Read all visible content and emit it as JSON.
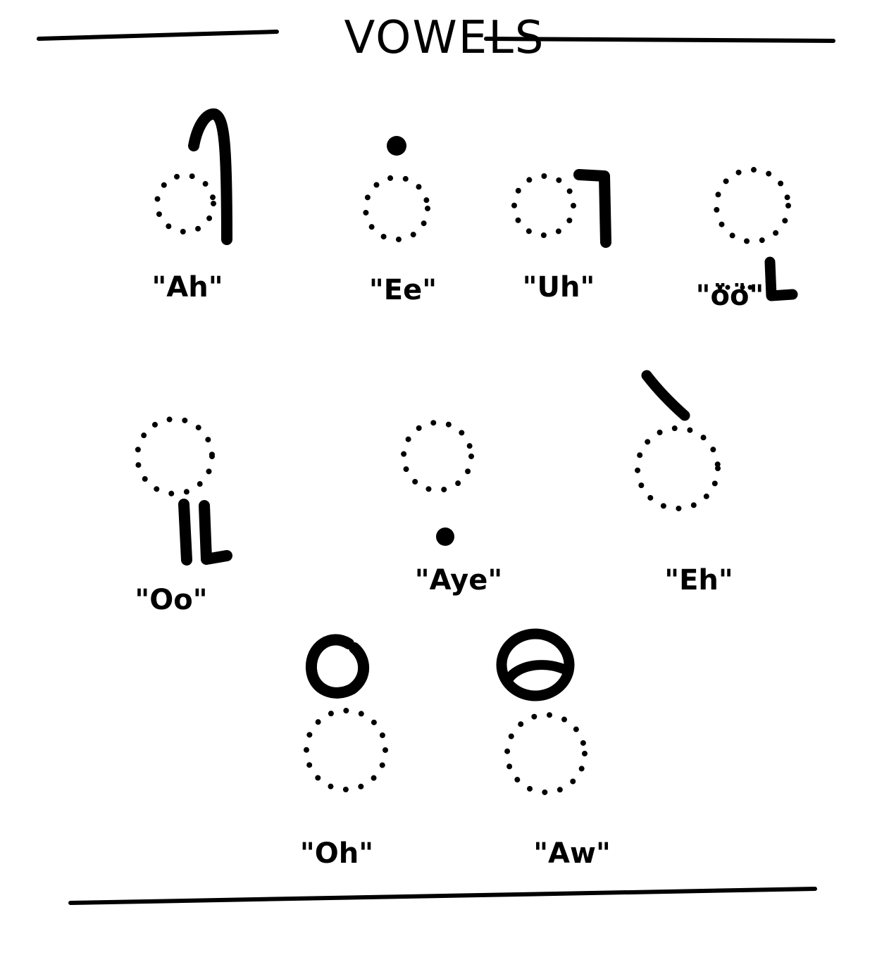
{
  "title": "VOWELS",
  "vowels": [
    {
      "label": "\"Ah\""
    },
    {
      "label": "\"Ee\""
    },
    {
      "label": "\"Uh\""
    },
    {
      "label": "\"öö\""
    },
    {
      "label": "\"Oo\""
    },
    {
      "label": "\"Aye\""
    },
    {
      "label": "\"Eh\""
    },
    {
      "label": "\"Oh\""
    },
    {
      "label": "\"Aw\""
    }
  ]
}
